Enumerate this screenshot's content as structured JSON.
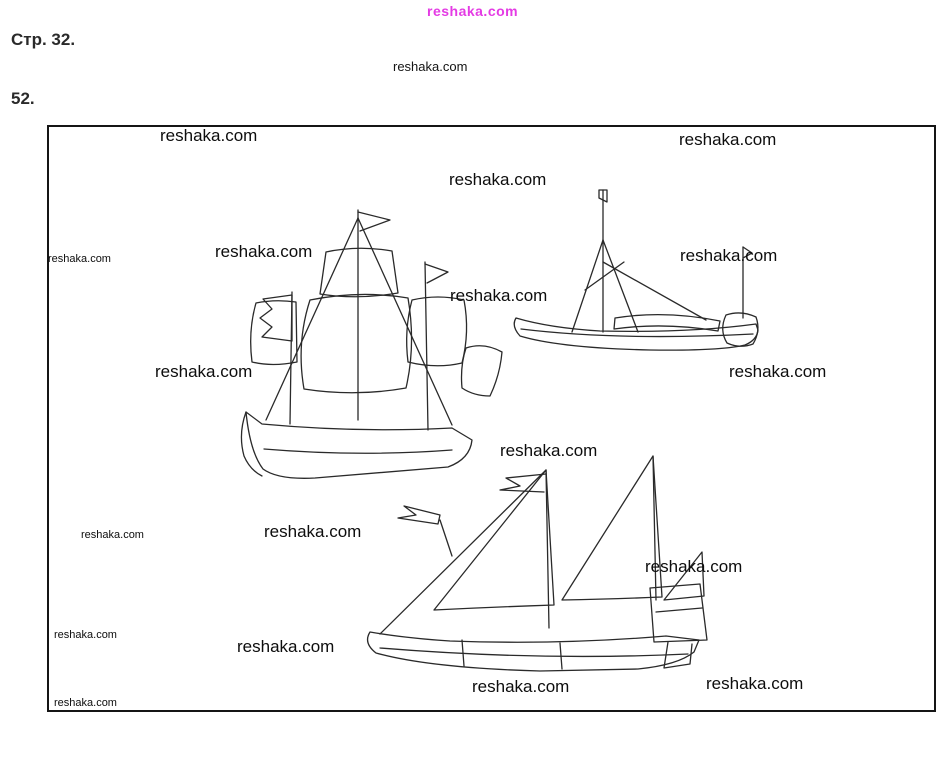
{
  "watermark": {
    "text": "reshaka.com"
  },
  "header": {
    "top_watermark": "reshaka.com",
    "page_heading": "Стр. 32.",
    "center_watermark": "reshaka.com",
    "exercise_number": "52."
  },
  "colors": {
    "top_watermark": "#e43be4",
    "text": "#1d1d1d",
    "figure_border": "#151515",
    "drawing_stroke": "#2a2a2a"
  },
  "figure": {
    "content": "line drawings of three sailing ships",
    "ships": [
      "galleon",
      "longboat",
      "junk"
    ]
  }
}
